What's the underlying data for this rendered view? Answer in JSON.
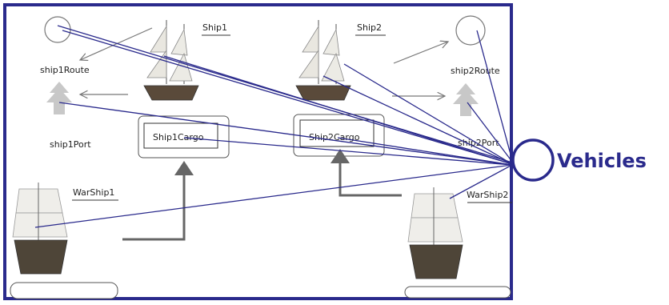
{
  "labels": {
    "ship1": "Ship1",
    "ship2": "Ship2",
    "ship1_route": "ship1Route",
    "ship2_route": "ship2Route",
    "ship1_port": "ship1Port",
    "ship2_port": "ship2Port",
    "ship1_cargo": "Ship1Cargo",
    "ship2_cargo": "Ship2Cargo",
    "warship1": "WarShip1",
    "warship2": "WarShip2",
    "vehicles": "Vehicles"
  },
  "colors": {
    "frame": "#2a2a8c",
    "link": "#2a2a8c",
    "arrow_gray": "#777777",
    "port_gray": "#c8c8c8",
    "cargo_arrow": "#666666"
  }
}
